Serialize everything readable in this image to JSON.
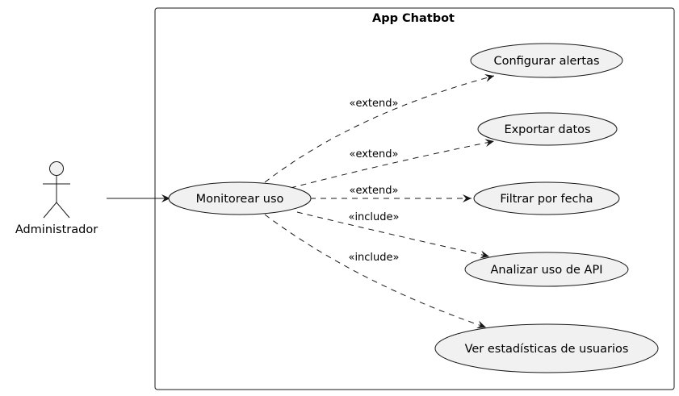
{
  "system": {
    "title": "App Chatbot"
  },
  "actor": {
    "name": "Administrador"
  },
  "use_cases": {
    "main": "Monitorear uso",
    "configurar": "Configurar alertas",
    "exportar": "Exportar datos",
    "filtrar": "Filtrar por fecha",
    "analizar": "Analizar uso de API",
    "ver": "Ver estadísticas de usuarios"
  },
  "relations": {
    "extend": "«extend»",
    "include": "«include»"
  },
  "colors": {
    "use_case_fill": "#f1f1f1",
    "stroke": "#181818",
    "background": "#ffffff"
  }
}
